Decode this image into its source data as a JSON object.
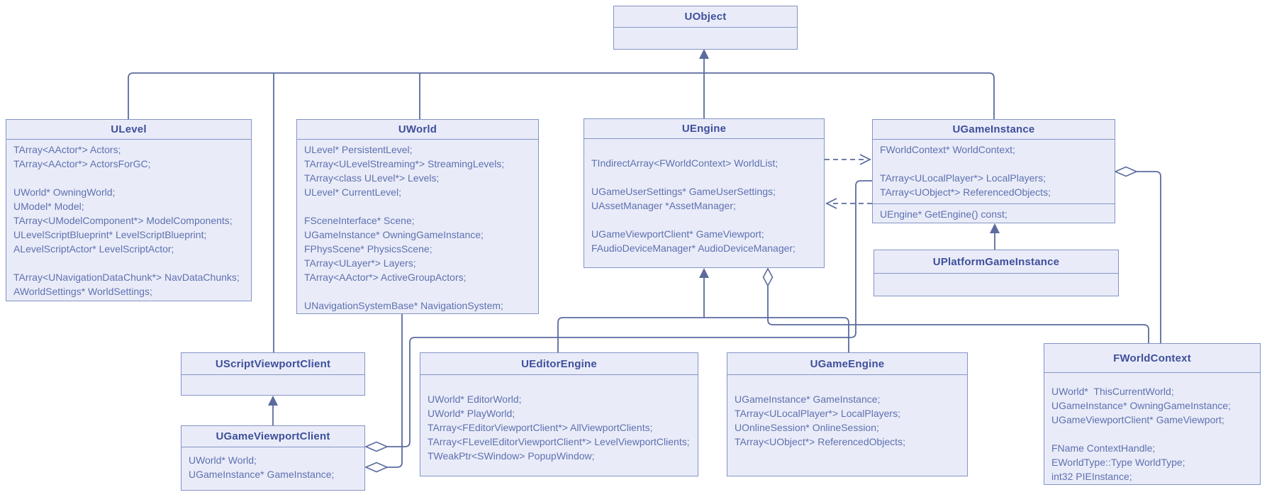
{
  "colors": {
    "background": "#ffffff",
    "box_fill": "#e9ecf8",
    "box_border": "#8493c7",
    "title_text": "#3f4f9b",
    "member_text": "#5f70b0",
    "line": "#5b6b9e"
  },
  "classes": [
    {
      "name": "UObject",
      "fields": []
    },
    {
      "name": "ULevel",
      "fields": [
        "TArray<AActor*> Actors;",
        "TArray<AActor*> ActorsForGC;",
        "",
        "UWorld* OwningWorld;",
        "UModel* Model;",
        "TArray<UModelComponent*> ModelComponents;",
        "ULevelScriptBlueprint* LevelScriptBlueprint;",
        "ALevelScriptActor* LevelScriptActor;",
        "",
        "TArray<UNavigationDataChunk*> NavDataChunks;",
        "AWorldSettings* WorldSettings;"
      ]
    },
    {
      "name": "UWorld",
      "fields": [
        "ULevel* PersistentLevel;",
        "TArray<ULevelStreaming*> StreamingLevels;",
        "TArray<class ULevel*> Levels;",
        "ULevel* CurrentLevel;",
        "",
        "FSceneInterface* Scene;",
        "UGameInstance* OwningGameInstance;",
        "FPhysScene* PhysicsScene;",
        "TArray<ULayer*> Layers;",
        "TArray<AActor*> ActiveGroupActors;",
        "",
        "UNavigationSystemBase* NavigationSystem;"
      ]
    },
    {
      "name": "UEngine",
      "fields": [
        "",
        "TIndirectArray<FWorldContext> WorldList;",
        "",
        "UGameUserSettings* GameUserSettings;",
        "UAssetManager *AssetManager;",
        "",
        "UGameViewportClient* GameViewport;",
        "FAudioDeviceManager* AudioDeviceManager;"
      ]
    },
    {
      "name": "UGameInstance",
      "fields": [
        "FWorldContext* WorldContext;",
        "",
        "TArray<ULocalPlayer*> LocalPlayers;",
        "TArray<UObject*> ReferencedObjects;"
      ],
      "methods": [
        "UEngine* GetEngine() const;"
      ]
    },
    {
      "name": "UPlatformGameInstance",
      "fields": []
    },
    {
      "name": "UScriptViewportClient",
      "fields": []
    },
    {
      "name": "UGameViewportClient",
      "fields": [
        "UWorld* World;",
        "UGameInstance* GameInstance;"
      ]
    },
    {
      "name": "UEditorEngine",
      "fields": [
        "",
        "UWorld* EditorWorld;",
        "UWorld* PlayWorld;",
        "TArray<FEditorViewportClient*> AllViewportClients;",
        "TArray<FLevelEditorViewportClient*> LevelViewportClients;",
        "TWeakPtr<SWindow> PopupWindow;"
      ]
    },
    {
      "name": "UGameEngine",
      "fields": [
        "",
        "UGameInstance* GameInstance;",
        "TArray<ULocalPlayer*> LocalPlayers;",
        "UOnlineSession* OnlineSession;",
        "TArray<UObject*> ReferencedObjects;"
      ]
    },
    {
      "name": "FWorldContext",
      "fields": [
        "UWorld*  ThisCurrentWorld;",
        "UGameInstance* OwningGameInstance;",
        "UGameViewportClient* GameViewport;",
        "",
        "FName ContextHandle;",
        "EWorldType::Type WorldType;",
        "int32 PIEInstance;"
      ]
    }
  ],
  "relationships": [
    {
      "type": "generalization",
      "from": "ULevel",
      "to": "UObject"
    },
    {
      "type": "generalization",
      "from": "UScriptViewportClient",
      "to": "UObject"
    },
    {
      "type": "generalization",
      "from": "UWorld",
      "to": "UObject"
    },
    {
      "type": "generalization",
      "from": "UEngine",
      "to": "UObject"
    },
    {
      "type": "generalization",
      "from": "UGameInstance",
      "to": "UObject"
    },
    {
      "type": "generalization",
      "from": "UEditorEngine",
      "to": "UEngine"
    },
    {
      "type": "generalization",
      "from": "UGameEngine",
      "to": "UEngine"
    },
    {
      "type": "generalization",
      "from": "UGameViewportClient",
      "to": "UScriptViewportClient"
    },
    {
      "type": "generalization",
      "from": "UPlatformGameInstance",
      "to": "UGameInstance"
    },
    {
      "type": "dashed-dependency",
      "from": "UEngine",
      "to": "UGameInstance"
    },
    {
      "type": "dashed-dependency",
      "from": "UGameInstance",
      "to": "UEngine"
    },
    {
      "type": "aggregation",
      "owner": "UGameViewportClient",
      "part": "UGameInstance"
    },
    {
      "type": "aggregation",
      "owner": "UGameViewportClient",
      "part": "UWorld"
    },
    {
      "type": "aggregation",
      "owner": "UEngine",
      "part": "FWorldContext"
    },
    {
      "type": "aggregation",
      "owner": "UGameInstance",
      "part": "FWorldContext"
    }
  ]
}
